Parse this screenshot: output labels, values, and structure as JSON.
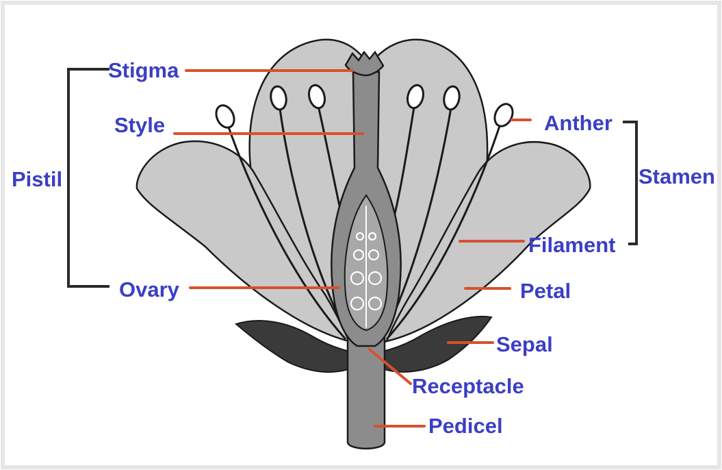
{
  "labels": {
    "stigma": "Stigma",
    "style": "Style",
    "pistil": "Pistil",
    "ovary": "Ovary",
    "anther": "Anther",
    "stamen": "Stamen",
    "filament": "Filament",
    "petal": "Petal",
    "sepal": "Sepal",
    "receptacle": "Receptacle",
    "pedicel": "Pedicel"
  },
  "colors": {
    "label_text": "#3b3fc4",
    "leader_line": "#d9502e",
    "bracket": "#2a2a2a",
    "petal_fill": "#c9c9c9",
    "outline": "#1a1a1a",
    "pistil_fill": "#8c8c8c",
    "ovary_fill": "#9a9a9a",
    "sepal_fill": "#3a3a3a",
    "frame": "#ececec"
  }
}
